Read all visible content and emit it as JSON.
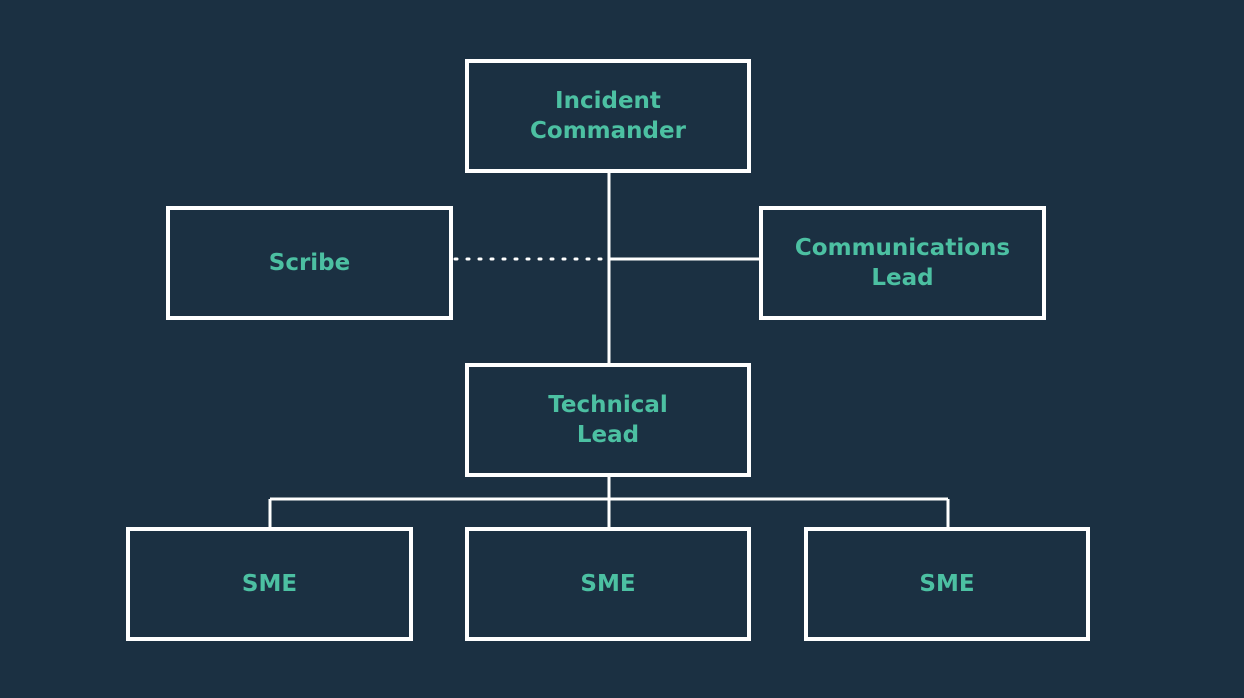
{
  "colors": {
    "background": "#1b3042",
    "box_border": "#ffffff",
    "label_text": "#4cc0a2",
    "connector": "#ffffff"
  },
  "nodes": {
    "incident_commander": "Incident\nCommander",
    "scribe": "Scribe",
    "communications_lead": "Communications\nLead",
    "technical_lead": "Technical\nLead",
    "sme_1": "SME",
    "sme_2": "SME",
    "sme_3": "SME"
  },
  "edges": [
    {
      "from": "incident_commander",
      "to": "technical_lead",
      "style": "solid"
    },
    {
      "from": "incident_commander",
      "to": "communications_lead",
      "style": "solid"
    },
    {
      "from": "incident_commander",
      "to": "scribe",
      "style": "dotted"
    },
    {
      "from": "technical_lead",
      "to": "sme_1",
      "style": "solid"
    },
    {
      "from": "technical_lead",
      "to": "sme_2",
      "style": "solid"
    },
    {
      "from": "technical_lead",
      "to": "sme_3",
      "style": "solid"
    }
  ]
}
